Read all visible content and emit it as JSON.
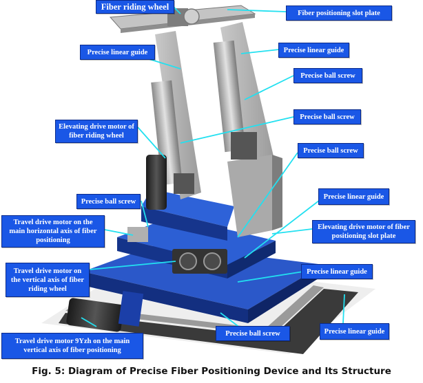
{
  "labels": {
    "fiber_riding_wheel": "Fiber riding wheel",
    "fiber_positioning_slot_plate": "Fiber positioning slot plate",
    "precise_linear_guide_1": "Precise linear guide",
    "precise_linear_guide_2": "Precise linear guide",
    "precise_ball_screw_1": "Precise ball screw",
    "precise_ball_screw_2": "Precise ball screw",
    "elevating_motor_wheel": "Elevating drive motor of fiber riding wheel",
    "precise_ball_screw_3": "Precise ball screw",
    "precise_linear_guide_3": "Precise linear guide",
    "precise_ball_screw_4": "Precise ball screw",
    "travel_motor_horizontal": "Travel drive motor on the main horizontal axis of fiber positioning",
    "elevating_motor_slot_plate": "Elevating drive motor of fiber positioning slot plate",
    "travel_motor_vertical_wheel": "Travel drive motor on the vertical axis of fiber riding wheel",
    "precise_linear_guide_4": "Precise linear guide",
    "travel_motor_9yzh": "Travel drive motor 9Yzh on the main vertical axis of fiber positioning",
    "precise_ball_screw_5": "Precise ball screw",
    "precise_linear_guide_5": "Precise linear guide"
  },
  "caption": "Fig. 5: Diagram of Precise Fiber Positioning Device and Its Structure",
  "colors": {
    "label_bg": "#1a57e6",
    "leader": "#22e0f0",
    "machine_blue": "#1b3fa8",
    "steel": "#b8b8b8"
  }
}
